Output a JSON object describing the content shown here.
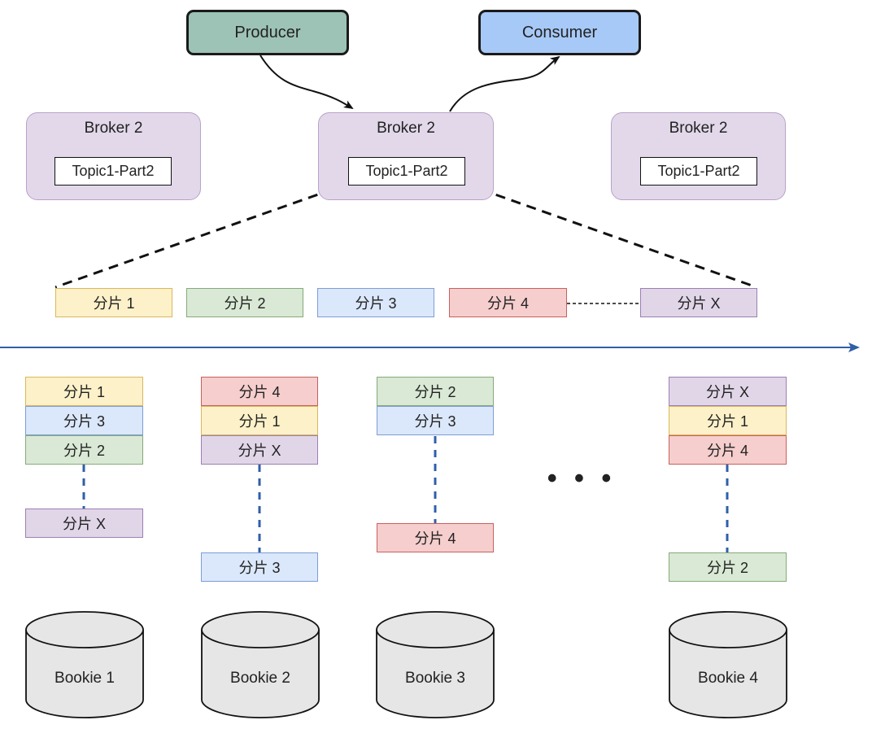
{
  "producer": {
    "label": "Producer",
    "fill": "#9dc3b6"
  },
  "consumer": {
    "label": "Consumer",
    "fill": "#a7c9f8"
  },
  "brokers": [
    {
      "label": "Broker 2",
      "topic": "Topic1-Part2"
    },
    {
      "label": "Broker 2",
      "topic": "Topic1-Part2"
    },
    {
      "label": "Broker 2",
      "topic": "Topic1-Part2"
    }
  ],
  "segments": [
    "分片 1",
    "分片 2",
    "分片 3",
    "分片 4",
    "分片 X"
  ],
  "bookies": [
    {
      "label": "Bookie 1",
      "stack": [
        "分片 1",
        "分片 3",
        "分片 2"
      ],
      "last": "分片 X"
    },
    {
      "label": "Bookie 2",
      "stack": [
        "分片 4",
        "分片 1",
        "分片 X"
      ],
      "last": "分片 3"
    },
    {
      "label": "Bookie 3",
      "stack": [
        "分片 2",
        "分片 3"
      ],
      "last": "分片 4"
    },
    {
      "label": "Bookie 4",
      "stack": [
        "分片 X",
        "分片 1",
        "分片 4"
      ],
      "last": "分片 2"
    }
  ],
  "ellipsis": "• • •",
  "colors": {
    "seg_1": "#fdf1c9",
    "seg_2": "#d9e9d5",
    "seg_3": "#dbe7fb",
    "seg_4": "#f5cecd",
    "seg_x": "#e1d6e8",
    "axis": "#2f5fa8",
    "broker": "#e2d8ea",
    "bookie": "#e6e6e6"
  }
}
